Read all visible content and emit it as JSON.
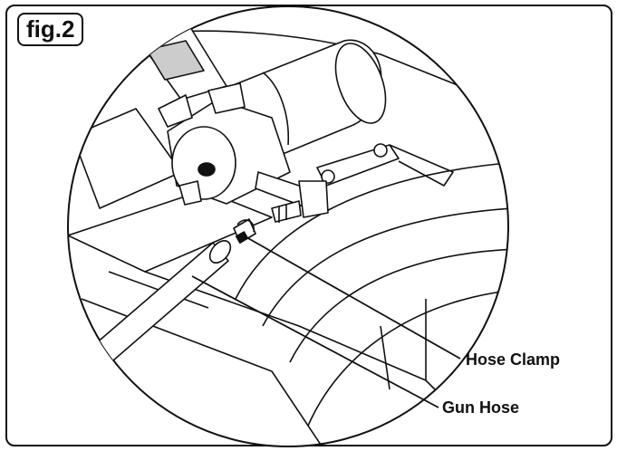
{
  "figure": {
    "label": "fig.2"
  },
  "callouts": {
    "hose_clamp": "Hose Clamp",
    "gun_hose": "Gun Hose"
  },
  "colors": {
    "line": "#111111",
    "background": "#ffffff",
    "shade": "#cccccc"
  }
}
